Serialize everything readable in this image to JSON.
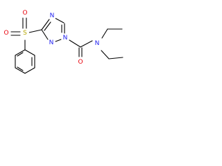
{
  "molecule": {
    "atoms": {
      "s": {
        "label": "S",
        "color": "#b5a600"
      },
      "o_top": {
        "label": "O",
        "color": "#e8000b"
      },
      "o_bottom": {
        "label": "O",
        "color": "#e8000b"
      },
      "n_top": {
        "label": "N",
        "color": "#1c1cf0"
      },
      "n_bottom": {
        "label": "N",
        "color": "#1c1cf0"
      },
      "n_ring": {
        "label": "N",
        "color": "#1c1cf0"
      },
      "n_amide": {
        "label": "N",
        "color": "#1c1cf0"
      },
      "o_carbonyl": {
        "label": "O",
        "color": "#e8000b"
      }
    },
    "bond_color": "#000000"
  }
}
